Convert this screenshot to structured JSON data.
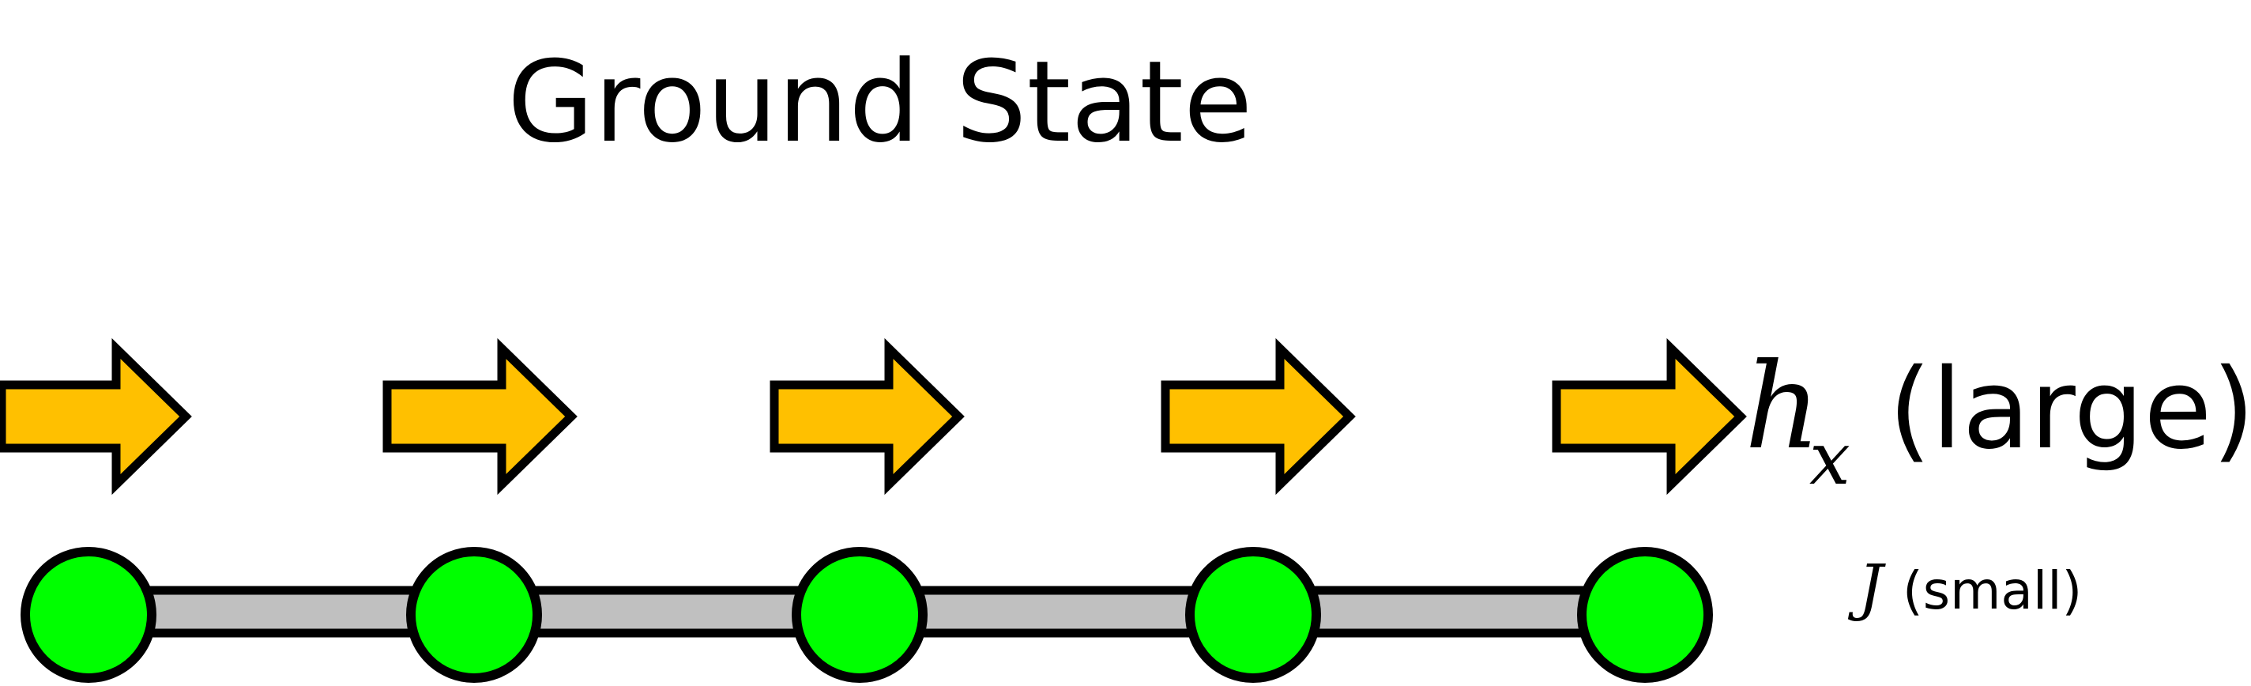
{
  "title": "Ground State",
  "field": {
    "symbol": "h",
    "subscript": "x",
    "note": "(large)"
  },
  "coupling": {
    "symbol": "J",
    "note": "(small)"
  },
  "sites": 5,
  "colors": {
    "spin_arrow_fill": "#FFC000",
    "site_fill": "#00FF00",
    "bond_fill": "#C0C0C0",
    "outline": "#000000"
  }
}
